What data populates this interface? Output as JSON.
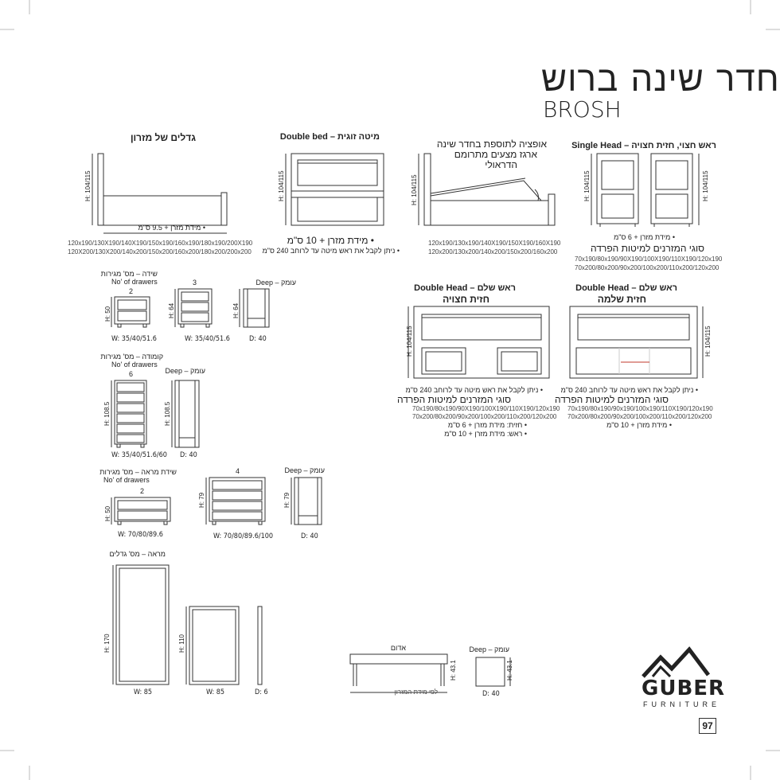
{
  "title": {
    "hebrew": "חדר שינה ברוש",
    "english": "BROSH"
  },
  "sections": {
    "single_head": {
      "header": "ראש חצוי, חזית חצויה – Single Head",
      "height_label": "H: 104/115",
      "note1": "• מידת מזרן + 6 ס\"מ",
      "note2": "סוגי המזרנים למיטות הפרדה",
      "sizes1": "70x190/80x190/90X190/100X190/110X190/120x190",
      "sizes2": "70x200/80x200/90x200/100x200/110x200/120x200"
    },
    "hydraulic": {
      "header_line1": "אופציה לתוספת בחדר שינה",
      "header_line2": "ארגז מצעים מתרומם",
      "header_line3": "הדראולי",
      "height_label": "H: 104/115",
      "sizes1": "120x190/130x190/140X190/150X190/160X190",
      "sizes2": "120x200/130x200/140x200/150x200/160x200"
    },
    "double_bed": {
      "header": "מיטה זוגית – Double bed",
      "height_label": "H: 104/115",
      "note1": "• מידת מזרן + 10 ס\"מ",
      "note2": "• ניתן לקבל את ראש מיטה עד לרוחב 240 ס\"מ"
    },
    "mattress": {
      "header": "גדלים של מזרון",
      "height_label": "H: 104/115",
      "inner_label": "• מידת מזרן + 9.5 ס\"מ",
      "sizes1": "120x190/130X190/140X190/150x190/160x190/180x190/200X190",
      "sizes2": "120X200/130X200/140x200/150x200/160x200/180x200/200x200"
    },
    "full_head_full_front": {
      "header1": "ראש שלם – Double Head",
      "header2": "חזית שלמה",
      "height_label": "H: 104/115",
      "note1": "• ניתן לקבל את ראש מיטה עד לרוחב 240 ס\"מ",
      "note2": "סוגי המזרנים למיטות הפרדה",
      "sizes1": "70x190/80x190/90x190/100x190/110X190/120x190",
      "sizes2": "70x200/80x200/90x200/100x200/110x200/120x200",
      "note3": "• מידת מזרן + 10 ס\"מ"
    },
    "full_head_split_front": {
      "header1": "ראש שלם – Double Head",
      "header2": "חזית חצויה",
      "height_label": "H: 104/115",
      "note1": "• ניתן לקבל את ראש מיטה עד לרוחב 240 ס\"מ",
      "note2": "סוגי המזרנים למיטות הפרדה",
      "sizes1": "70x190/80x190/90X190/100X190/110X190/120x190",
      "sizes2": "70x200/80x200/90x200/100x200/110x200/120x200",
      "note3": "• חזית: מידת מזרן + 6 ס\"מ",
      "note4": "• ראש: מידת מזרן + 10 ס\"מ"
    },
    "nightstand": {
      "header1": "שידה – מס' מגירות",
      "header2": "No' of drawers",
      "count_a": "2",
      "count_b": "3",
      "deep_label": "עומק – Deep",
      "h_a": "H: 50",
      "h_b": "H: 64",
      "h_c": "H: 64",
      "w_a": "W: 35/40/51.6",
      "w_b": "W: 35/40/51.6",
      "d": "D: 40"
    },
    "chest": {
      "header1": "קומודה – מס' מגירות",
      "header2": "No' of drawers",
      "count": "6",
      "deep_label": "עומק – Deep",
      "h_a": "H: 108.5",
      "h_b": "H: 108.5",
      "w": "W: 35/40/51.6/60",
      "d": "D: 40"
    },
    "dresser": {
      "header1": "שידת מראה – מס' מגירות",
      "header2": "No' of drawers",
      "count_a": "2",
      "count_b": "4",
      "deep_label": "עומק – Deep",
      "h_a": "H: 50",
      "h_b": "H: 79",
      "h_c": "H: 79",
      "w_a": "W: 70/80/89.6",
      "w_b": "W: 70/80/89.6/100",
      "d": "D: 40"
    },
    "mirror": {
      "header": "מראה – מס' גדלים",
      "h_a": "H: 170",
      "h_b": "H: 110",
      "w_a": "W: 85",
      "w_b": "W: 85",
      "d": "D: 6"
    },
    "bench": {
      "header": "אדום",
      "deep_label": "עומק – Deep",
      "h_a": "H: 43.1",
      "h_b": "H: 43.1",
      "w": "לפי מידת המזרון",
      "d": "D: 40"
    }
  },
  "brand": {
    "name": "GUBER",
    "sub": "FURNITURE"
  },
  "page_number": "97"
}
